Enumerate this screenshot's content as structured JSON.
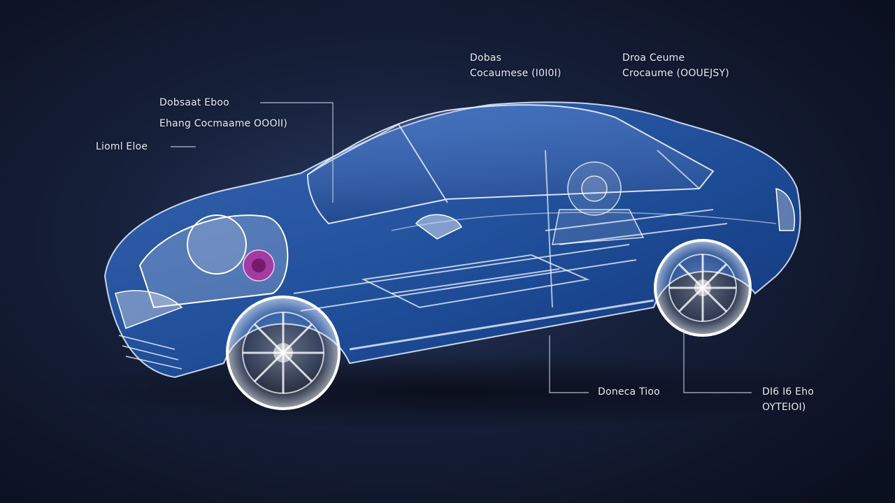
{
  "callouts": [
    {
      "id": "top-center",
      "line1": "Dobas",
      "line2": "Cocaumese (I0I0I)"
    },
    {
      "id": "top-right",
      "line1": "Droa Ceume",
      "line2": "Crocaume (OOUEJSY)"
    },
    {
      "id": "upper-left",
      "line1": "Dobsaat Eboo",
      "line2": "Ehang Cocmaame OOOII)"
    },
    {
      "id": "left",
      "line1": "Lioml Eloe"
    },
    {
      "id": "bottom-center",
      "line1": "Doneca Tioo"
    },
    {
      "id": "bottom-right",
      "line1": "DI6 I6 Eho",
      "line2": "OYTEIOI)"
    }
  ],
  "colors": {
    "background": "#0f1628",
    "body_blue": "#1d4f9e",
    "wire_white": "#e8f0ff",
    "engine_magenta": "#b0319c"
  }
}
